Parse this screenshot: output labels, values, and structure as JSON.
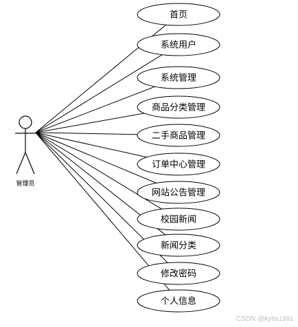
{
  "actor": {
    "name": "管理员"
  },
  "use_cases": [
    {
      "label": "首页"
    },
    {
      "label": "系统用户"
    },
    {
      "label": "系统管理"
    },
    {
      "label": "商品分类管理"
    },
    {
      "label": "二手商品管理"
    },
    {
      "label": "订单中心管理"
    },
    {
      "label": "网站公告管理"
    },
    {
      "label": "校园新闻"
    },
    {
      "label": "新闻分类"
    },
    {
      "label": "修改密码"
    },
    {
      "label": "个人信息"
    }
  ],
  "watermark": "CSDN @kybs1991"
}
